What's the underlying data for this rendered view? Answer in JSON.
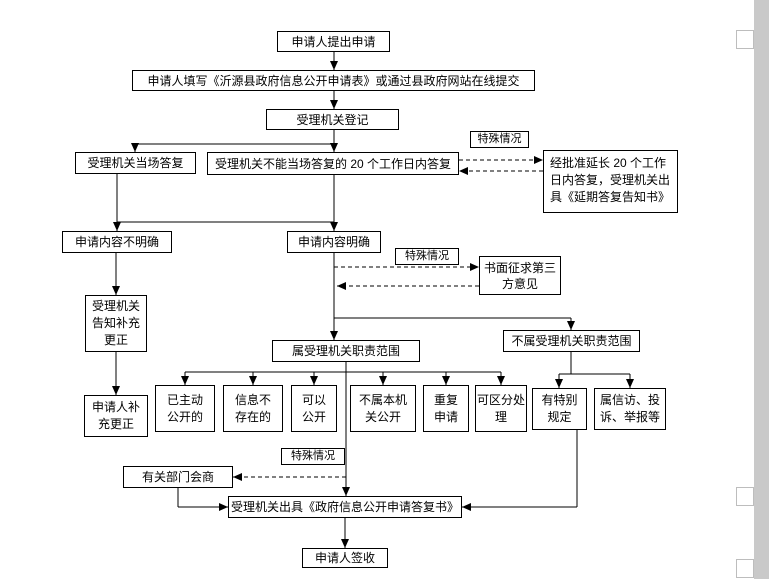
{
  "colors": {
    "border": "#000000",
    "background": "#ffffff",
    "app_edge": "#c9c9c9"
  },
  "flowchart": {
    "nodes": {
      "apply": {
        "label": "申请人提出申请"
      },
      "fill_form": {
        "label": "申请人填写《沂源县政府信息公开申请表》或通过县政府网站在线提交"
      },
      "register": {
        "label": "受理机关登记"
      },
      "onspot_reply": {
        "label": "受理机关当场答复"
      },
      "within_20_days": {
        "label": "受理机关不能当场答复的 20 个工作日内答复"
      },
      "special_case_1": {
        "label": "特殊情况"
      },
      "extended_reply": {
        "label": "经批准延长 20 个工作日内答复，受理机关出具《延期答复告知书》"
      },
      "content_unclear": {
        "label": "申请内容不明确"
      },
      "content_clear": {
        "label": "申请内容明确"
      },
      "special_case_2": {
        "label": "特殊情况"
      },
      "third_party_opinion": {
        "label": "书面征求第三方意见"
      },
      "notify_supplement": {
        "label": "受理机关告知补充更正"
      },
      "in_scope": {
        "label": "属受理机关职责范围"
      },
      "out_of_scope": {
        "label": "不属受理机关职责范围"
      },
      "applicant_supplement": {
        "label": "申请人补充更正"
      },
      "already_public": {
        "label": "已主动公开的"
      },
      "info_not_exist": {
        "label": "信息不存在的"
      },
      "can_disclose": {
        "label": "可以公开"
      },
      "not_this_organ": {
        "label": "不属本机关公开"
      },
      "repeat_request": {
        "label": "重复申请"
      },
      "separable_handling": {
        "label": "可区分处理"
      },
      "special_provisions": {
        "label": "有特别规定"
      },
      "petition_complaint": {
        "label": "属信访、投诉、举报等"
      },
      "special_case_3": {
        "label": "特殊情况"
      },
      "dept_consultation": {
        "label": "有关部门会商"
      },
      "reply_letter": {
        "label": "受理机关出具《政府信息公开申请答复书》"
      },
      "sign_receipt": {
        "label": "申请人签收"
      }
    }
  }
}
